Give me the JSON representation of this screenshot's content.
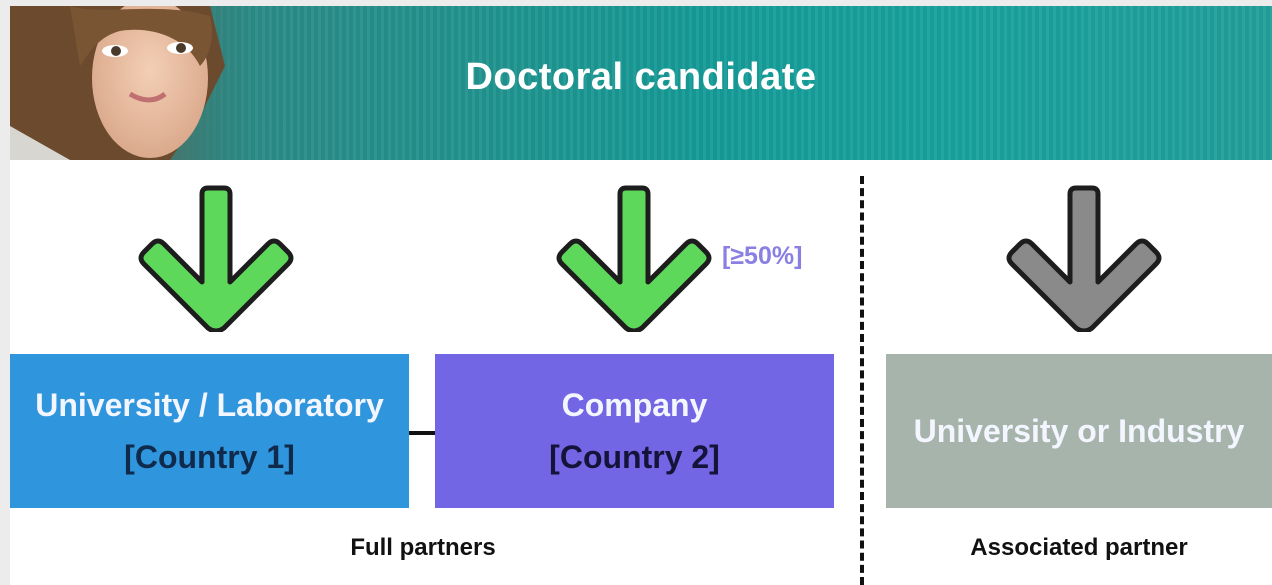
{
  "header": {
    "title": "Doctoral candidate"
  },
  "nodes": {
    "university": {
      "line1": "University / Laboratory",
      "line2": "[Country 1]",
      "color": "#2f95dd"
    },
    "company": {
      "line1": "Company",
      "line2": "[Country 2]",
      "color": "#7366e4"
    },
    "associated": {
      "line1": "University or Industry",
      "color": "#a6b4ab"
    }
  },
  "company_share": "[≥50%]",
  "groups": {
    "full": "Full partners",
    "associated": "Associated partner"
  },
  "arrows": [
    {
      "target": "university",
      "color": "#5ed85b",
      "icon": "arrow-down-icon"
    },
    {
      "target": "company",
      "color": "#5ed85b",
      "icon": "arrow-down-icon"
    },
    {
      "target": "associated",
      "color": "#8a8a8a",
      "icon": "arrow-down-icon"
    }
  ]
}
